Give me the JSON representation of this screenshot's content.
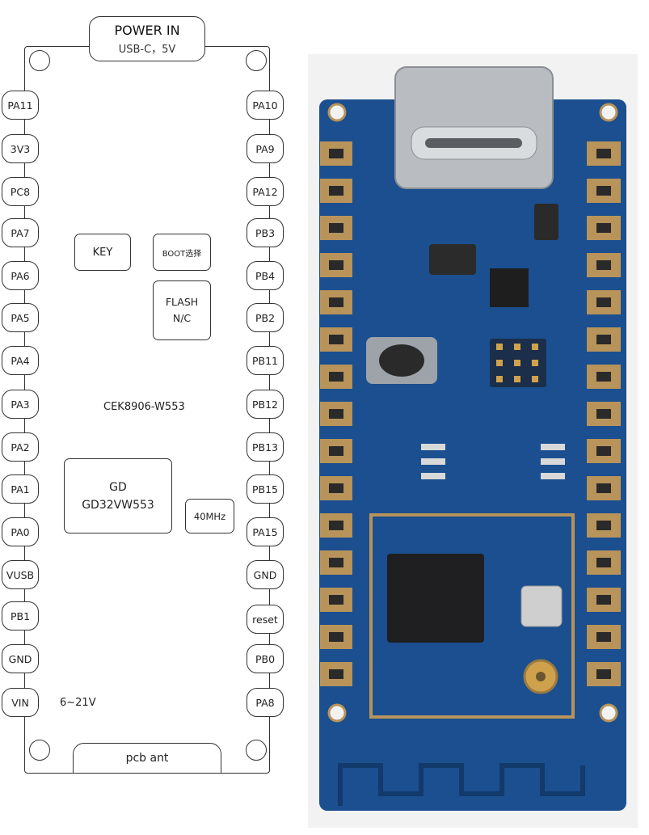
{
  "power": {
    "title": "POWER IN",
    "subtitle": "USB-C，5V"
  },
  "left_pins": [
    "PA11",
    "3V3",
    "PC8",
    "PA7",
    "PA6",
    "PA5",
    "PA4",
    "PA3",
    "PA2",
    "PA1",
    "PA0",
    "VUSB",
    "PB1",
    "GND",
    "VIN"
  ],
  "right_pins": [
    "PA10",
    "PA9",
    "PA12",
    "PB3",
    "PB4",
    "PB2",
    "PB11",
    "PB12",
    "PB13",
    "PB15",
    "PA15",
    "GND",
    "reset",
    "PB0",
    "PA8"
  ],
  "components": {
    "key": "KEY",
    "boot": "BOOT选择",
    "flash_line1": "FLASH",
    "flash_line2": "N/C",
    "module_name": "CEK8906-W553",
    "mcu_line1": "GD",
    "mcu_line2": "GD32VW553",
    "crystal": "40MHz",
    "vin_range": "6~21V",
    "antenna": "pcb ant"
  },
  "colors": {
    "pcb": "#1b4f8f",
    "pcb_dark": "#123a6b",
    "gold": "#b8935a",
    "outline": "#333333"
  }
}
